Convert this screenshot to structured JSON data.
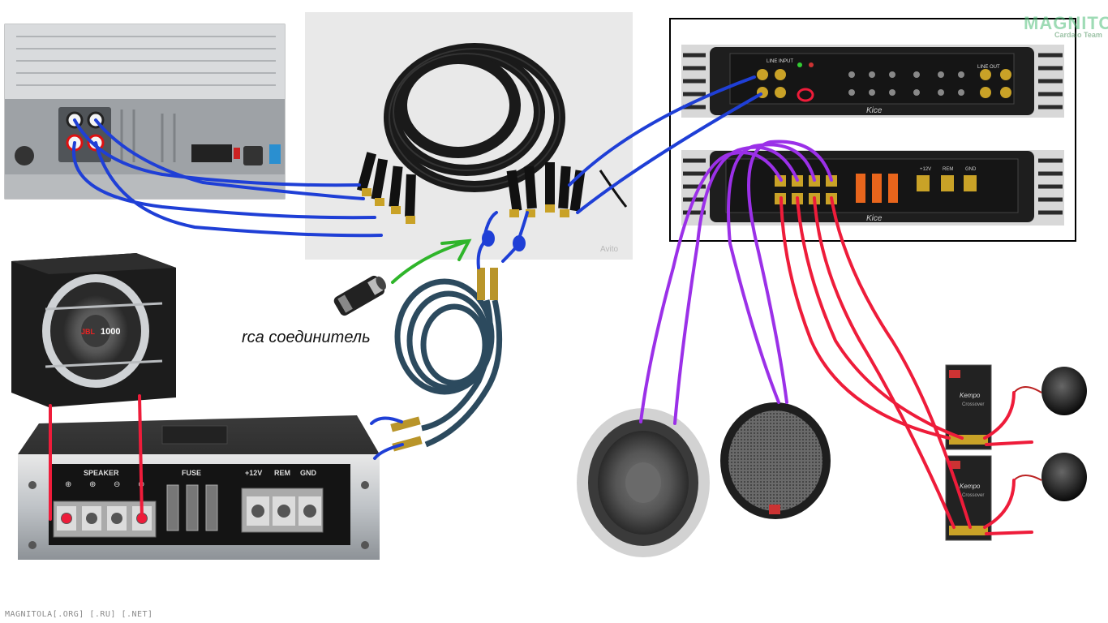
{
  "labels": {
    "rca_connector": "rca соединитель",
    "footer": "MAGNITOLA[.ORG] [.RU] [.NET]",
    "logo": "MAGNITOLA",
    "logo_sub": "Cardaio Team",
    "avito": "Avito"
  },
  "sub_amp": {
    "speaker": "SPEAKER",
    "fuse": "FUSE",
    "v12": "+12V",
    "rem": "REM",
    "gnd": "GND",
    "plus": "⊕",
    "minus": "⊖"
  },
  "subwoofer": {
    "badge": "1000",
    "brand": "JBL"
  },
  "amp_top": {
    "brand": "Kice",
    "line_input": "LINE INPUT",
    "line_out": "LINE OUT"
  },
  "amp_bottom": {
    "brand": "Kice",
    "v12": "+12V",
    "rem": "REM",
    "gnd": "GND"
  },
  "crossover": {
    "brand": "Kempo",
    "subtitle": "Crossover"
  },
  "colors": {
    "rca_wire": "#1f3fd6",
    "speaker_wire_front": "#9b30e8",
    "speaker_wire_rear": "#ee1c3a",
    "adapter_arrow": "#2fb52a",
    "amp_frame": "#000000"
  }
}
